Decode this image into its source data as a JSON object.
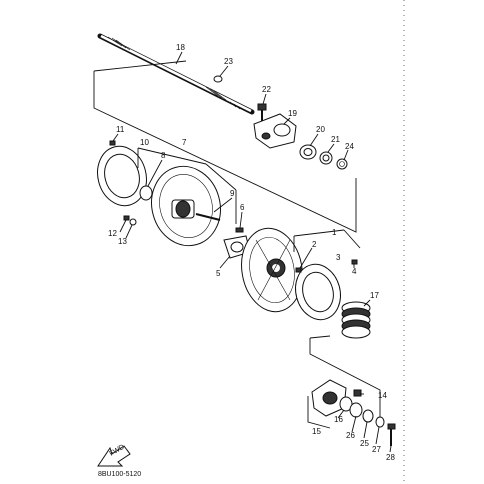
{
  "diagram": {
    "catalog_code": "8BU100-5120",
    "fwd_label": "FWD",
    "callouts": [
      "1",
      "2",
      "3",
      "4",
      "5",
      "6",
      "7",
      "8",
      "9",
      "10",
      "11",
      "12",
      "13",
      "14",
      "15",
      "16",
      "17",
      "18",
      "19",
      "20",
      "21",
      "22",
      "23",
      "24",
      "25",
      "26",
      "27",
      "28"
    ]
  }
}
